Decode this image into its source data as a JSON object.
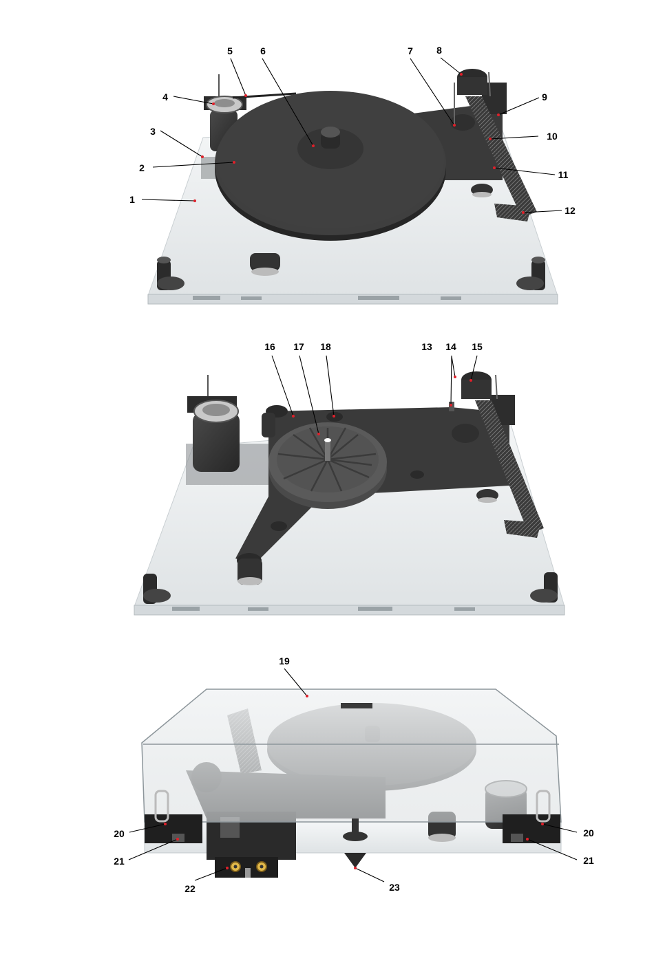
{
  "diagram": {
    "views": [
      "turntable-with-platter",
      "turntable-subplatter",
      "turntable-with-dustcover"
    ],
    "callouts": [
      "1",
      "2",
      "3",
      "4",
      "5",
      "6",
      "7",
      "8",
      "9",
      "10",
      "11",
      "12",
      "13",
      "14",
      "15",
      "16",
      "17",
      "18",
      "19",
      "20",
      "20",
      "21",
      "21",
      "22",
      "23"
    ]
  },
  "colors": {
    "label": "#000000",
    "marker": "#e0202a",
    "component_dark": "#2f2f2f",
    "acrylic": "#e9eced"
  },
  "icons": [
    "tonearm-icon",
    "platter-icon",
    "motor-pulley-icon",
    "spike-foot-icon",
    "rca-socket-icon"
  ]
}
